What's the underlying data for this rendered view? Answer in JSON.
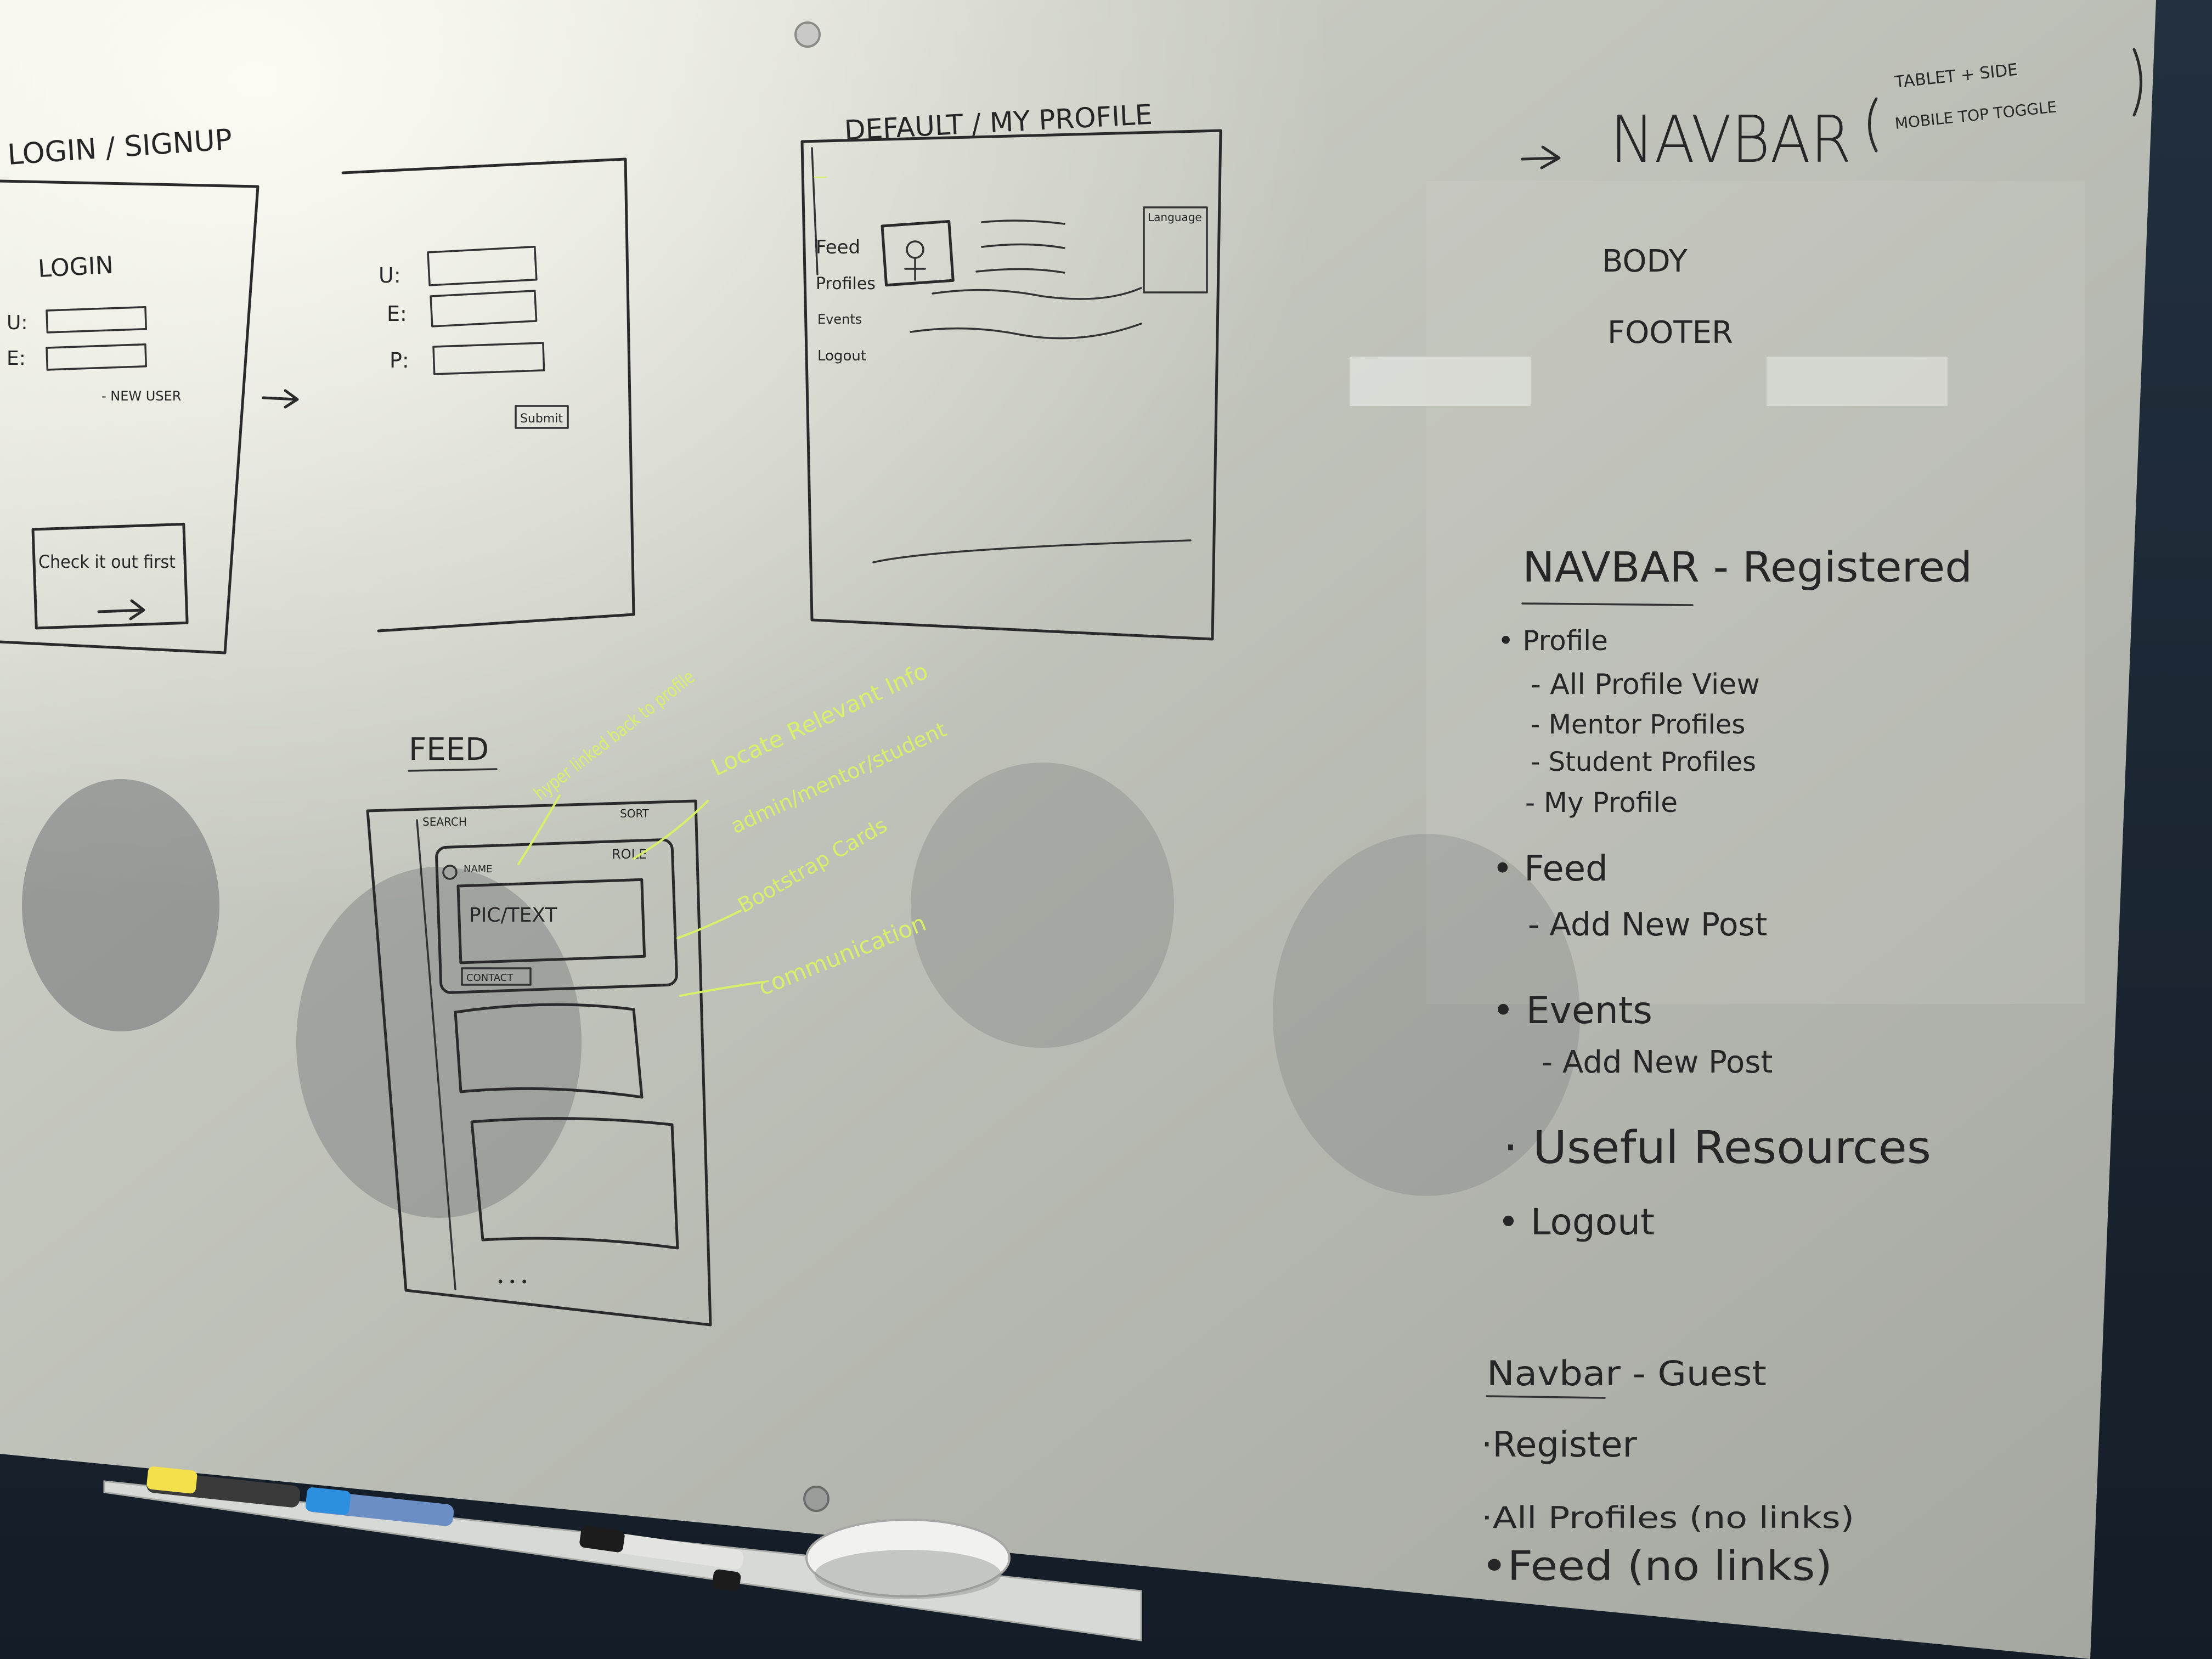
{
  "whiteboard": {
    "login_sketch": {
      "heading": "LOGIN / SIGNUP",
      "title": "LOGIN",
      "field_u": "U:",
      "field_e": "E:",
      "new_user": "- NEW USER",
      "button": "Check it out first"
    },
    "signup_sketch": {
      "field_u": "U:",
      "field_e": "E:",
      "field_p": "P:",
      "submit": "Submit"
    },
    "profile_sketch": {
      "heading": "DEFAULT / MY PROFILE",
      "side_items": [
        "Feed",
        "Profiles",
        "Events",
        "Logout"
      ],
      "panel_label": "Language"
    },
    "feed_sketch": {
      "heading": "FEED",
      "search": "SEARCH",
      "sort": "SORT",
      "name": "NAME",
      "role": "ROLE",
      "content": "PIC/TEXT",
      "contact": "CONTACT",
      "footer_dots": "• • •"
    },
    "annotations": [
      "hyper linked back to profile",
      "Locate Relevant Info",
      "admin/mentor/student",
      "Bootstrap Cards",
      "communication"
    ],
    "structure": {
      "navbar": "NAVBAR",
      "navbar_note_1": "TABLET + SIDE",
      "navbar_note_2": "MOBILE  TOP TOGGLE",
      "body": "BODY",
      "footer": "FOOTER"
    },
    "navbar_registered": {
      "title": "NAVBAR - Registered",
      "items": [
        {
          "label": "• Profile",
          "children": [
            "- All Profile View",
            "- Mentor Profiles",
            "- Student Profiles",
            "- My Profile"
          ]
        },
        {
          "label": "• Feed",
          "children": [
            "- Add New Post"
          ]
        },
        {
          "label": "• Events",
          "children": [
            "- Add New Post"
          ]
        },
        {
          "label": "· Useful Resources",
          "children": []
        },
        {
          "label": "• Logout",
          "children": []
        }
      ]
    },
    "navbar_guest": {
      "title": "Navbar - Guest",
      "items": [
        "·Register",
        "·All Profiles (no links)",
        "•Feed  (no links)"
      ]
    }
  }
}
